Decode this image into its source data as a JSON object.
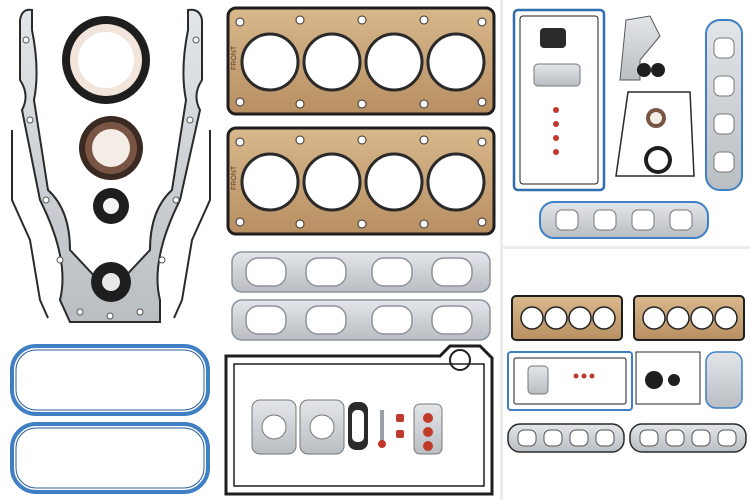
{
  "image": {
    "subject": "engine-gasket-kit-product-photo",
    "panels": [
      "main-kit-layout",
      "top-right-inset",
      "bottom-right-inset"
    ]
  },
  "head_gasket_stamps": [
    "FRONT",
    "FRONT"
  ],
  "colors": {
    "background": "#ffffff",
    "gasket_silver": "#c9cdd1",
    "gasket_dark": "#2a2a2a",
    "head_gasket_copper": "#c9a77c",
    "valve_cover_blue": "#3f7fc4",
    "seal_dark": "#1e1e1e",
    "seal_brown": "#6b4a3a",
    "o_ring_red": "#c0392b",
    "divider": "#e8e8e8"
  }
}
